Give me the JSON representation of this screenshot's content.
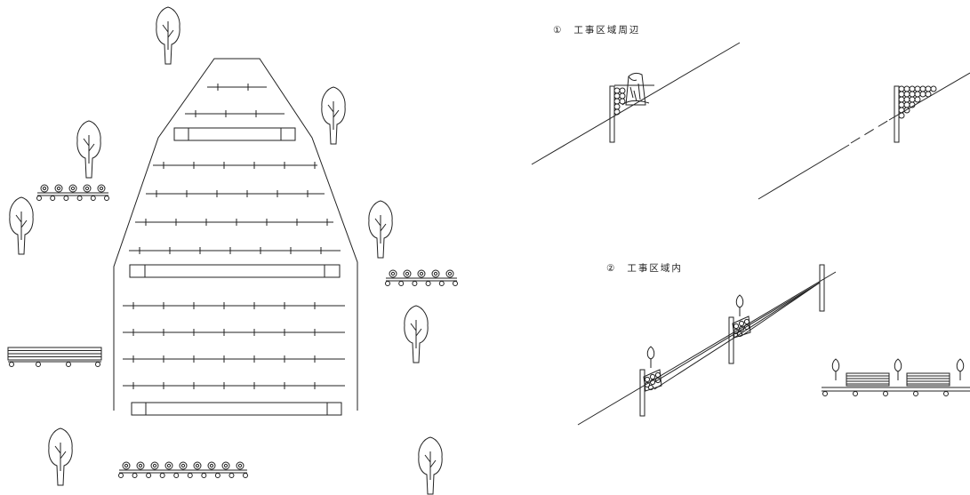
{
  "captions": {
    "first_marker": "①",
    "first_text": "工事区域周辺",
    "second_marker": "②",
    "second_text": "工事区域内"
  },
  "palette": {
    "ink": "#222222",
    "background": "#ffffff"
  },
  "icons": [
    "tree-icon",
    "log-pile-icon",
    "timber-stack-icon",
    "stump-icon",
    "retaining-post-icon"
  ]
}
